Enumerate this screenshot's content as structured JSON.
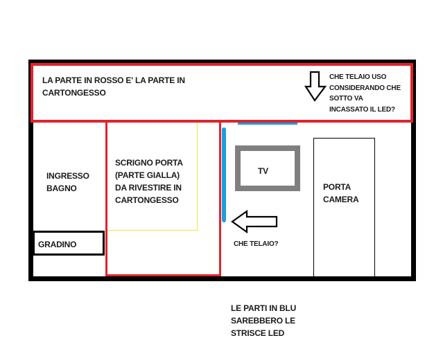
{
  "diagram": {
    "title_note": "LA PARTE IN ROSSO E' LA PARTE IN\nCARTONGESSO",
    "question_top": "CHE TELAIO USO\nCONSIDERANDO CHE\nSOTTO VA\nINCASSATO IL LED?",
    "ingresso_bagno": "INGRESSO\nBAGNO",
    "scrigno_porta": "SCRIGNO PORTA\n(PARTE GIALLA)\nDA RIVESTIRE IN\nCARTONGESSO",
    "gradino": "GRADINO",
    "tv": "TV",
    "porta_camera": "PORTA\nCAMERA",
    "question_side": "CHE TELAIO?",
    "legend_blue": "LE PARTI IN BLU\nSAREBBERO LE\nSTRISCE LED"
  },
  "colors": {
    "wall": "#000000",
    "drywall_red": "#e1232d",
    "pocket_door_yellow": "#f2e63a",
    "led_blue": "#1a9fdc",
    "tv_gray": "#7f7f7f"
  },
  "icons": {
    "down_arrow": "arrow-down-outline",
    "left_arrow": "arrow-left-outline"
  }
}
